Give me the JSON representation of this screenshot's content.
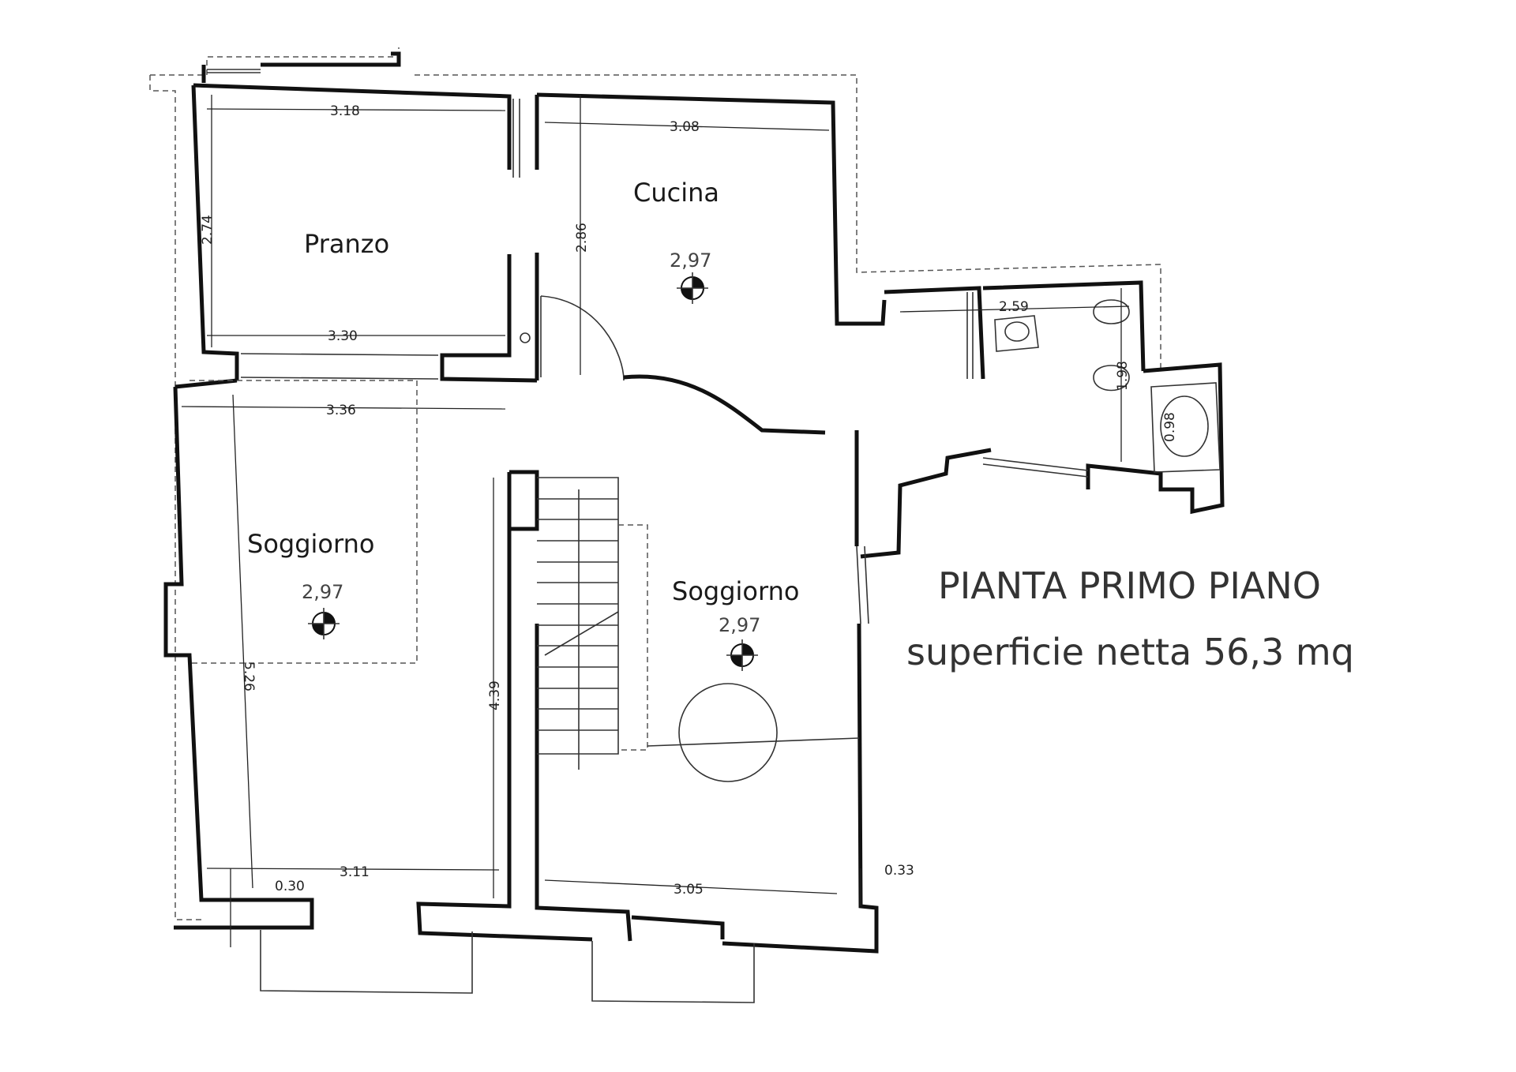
{
  "title": "PIANTA PRIMO PIANO",
  "subtitle": "superficie netta 56,3 mq",
  "rooms": {
    "pranzo": "Pranzo",
    "cucina": "Cucina",
    "soggiorno_left": "Soggiorno",
    "soggiorno_right": "Soggiorno"
  },
  "heights": {
    "cucina": "2,97",
    "soggiorno_left": "2,97",
    "soggiorno_right": "2,97"
  },
  "dimensions": {
    "pranzo_top": "3.18",
    "pranzo_side": "2.74",
    "pranzo_bottom": "3.30",
    "cucina_top": "3.08",
    "cucina_side": "2.86",
    "bagno_width": "2.59",
    "bagno_side": "1.98",
    "shower": "0.98",
    "soggiorno_top": "3.36",
    "soggiorno_side": "5.26",
    "stair_side": "4.39",
    "soggiorno_bottom": "3.11",
    "wall_left": "0.30",
    "soggiorno2_bottom": "3.05",
    "wall_right": "0.33"
  },
  "colors": {
    "line": "#111111",
    "text": "#333333"
  }
}
